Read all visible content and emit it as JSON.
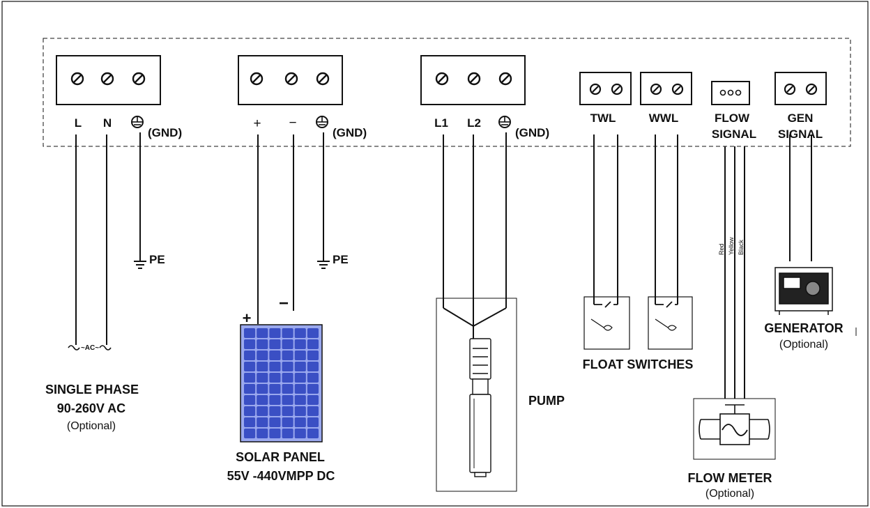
{
  "terminals": {
    "ac": {
      "labels": [
        "L",
        "N"
      ],
      "gnd": "(GND)"
    },
    "solar": {
      "labels": [
        "+",
        "−"
      ],
      "gnd": "(GND)"
    },
    "pump": {
      "labels": [
        "L1",
        "L2"
      ],
      "gnd": "(GND)"
    },
    "twl": "TWL",
    "wwl": "WWL",
    "flow": {
      "line1": "FLOW",
      "line2": "SIGNAL"
    },
    "gen": {
      "line1": "GEN",
      "line2": "SIGNAL"
    }
  },
  "ground": {
    "pe": "PE"
  },
  "ac_input": {
    "symbol": "~AC~",
    "title": "SINGLE PHASE",
    "range": "90-260V AC",
    "note": "(Optional)"
  },
  "solar_panel": {
    "plus": "+",
    "minus": "−",
    "title": "SOLAR PANEL",
    "range": "55V -440VMPP DC"
  },
  "pump": {
    "title": "PUMP"
  },
  "float_switches": {
    "title": "FLOAT SWITCHES"
  },
  "flow_wires": {
    "red": "Red",
    "yellow": "Yellow",
    "black": "Black"
  },
  "flow_meter": {
    "title": "FLOW METER",
    "note": "(Optional)"
  },
  "generator": {
    "title": "GENERATOR",
    "note": "(Optional)"
  },
  "colors": {
    "line": "#111111",
    "panel_cell": "#3a4fc4",
    "panel_grid": "#9aa8ee"
  }
}
